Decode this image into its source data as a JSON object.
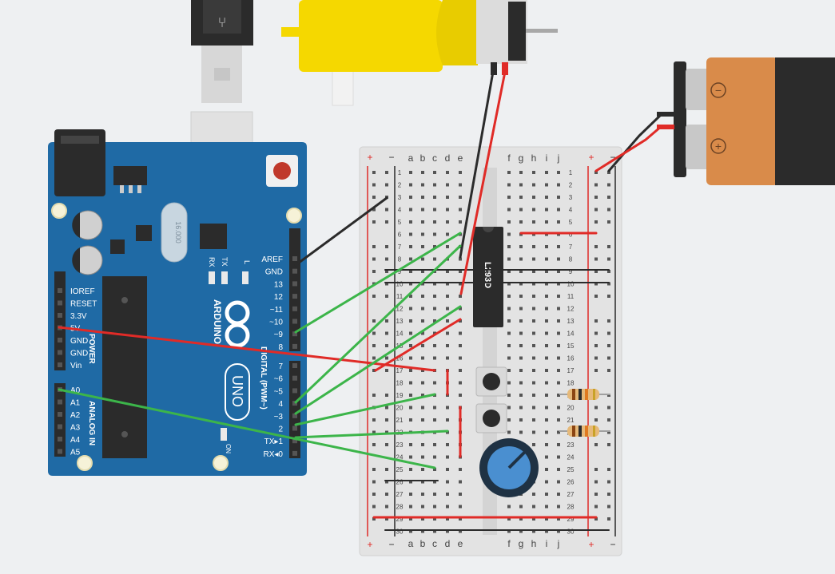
{
  "arduino": {
    "brand": "ARDUINO",
    "model": "UNO",
    "power_header_title": "POWER",
    "analog_header_title": "ANALOG IN",
    "digital_header_title": "DIGITAL (PWM~)",
    "on_label": "ON",
    "rx_led": "RX",
    "tx_led": "TX",
    "l_led": "L",
    "crystal_label": "16.000",
    "top_pins": [
      "AREF",
      "GND",
      "13",
      "12",
      "~11",
      "~10",
      "~9",
      "8"
    ],
    "bottom_pins": [
      "7",
      "~6",
      "~5",
      "4",
      "~3",
      "2",
      "TX▸1",
      "RX◂0"
    ],
    "power_pins": [
      "IOREF",
      "RESET",
      "3.3V",
      "5V",
      "GND",
      "GND",
      "Vin"
    ],
    "analog_pins": [
      "A0",
      "A1",
      "A2",
      "A3",
      "A4",
      "A5"
    ]
  },
  "breadboard": {
    "col_letters_left": [
      "a",
      "b",
      "c",
      "d",
      "e"
    ],
    "col_letters_right": [
      "f",
      "g",
      "h",
      "i",
      "j"
    ],
    "row_numbers": [
      "1",
      "2",
      "3",
      "4",
      "5",
      "6",
      "7",
      "8",
      "9",
      "10",
      "11",
      "12",
      "13",
      "14",
      "15",
      "16",
      "17",
      "18",
      "19",
      "20",
      "21",
      "22",
      "23",
      "24",
      "25",
      "26",
      "27",
      "28",
      "29",
      "30"
    ],
    "rail_plus": "+",
    "rail_minus": "−"
  },
  "chip": {
    "label": "L293D"
  },
  "battery": {
    "minus_symbol": "−",
    "plus_symbol": "+"
  },
  "colors": {
    "board_blue": "#1f6aa5",
    "wire_red": "#e02b27",
    "wire_green": "#3cb54a",
    "wire_black": "#2b2b2b",
    "motor_yellow": "#f5d800",
    "battery_copper": "#d98b4a"
  }
}
